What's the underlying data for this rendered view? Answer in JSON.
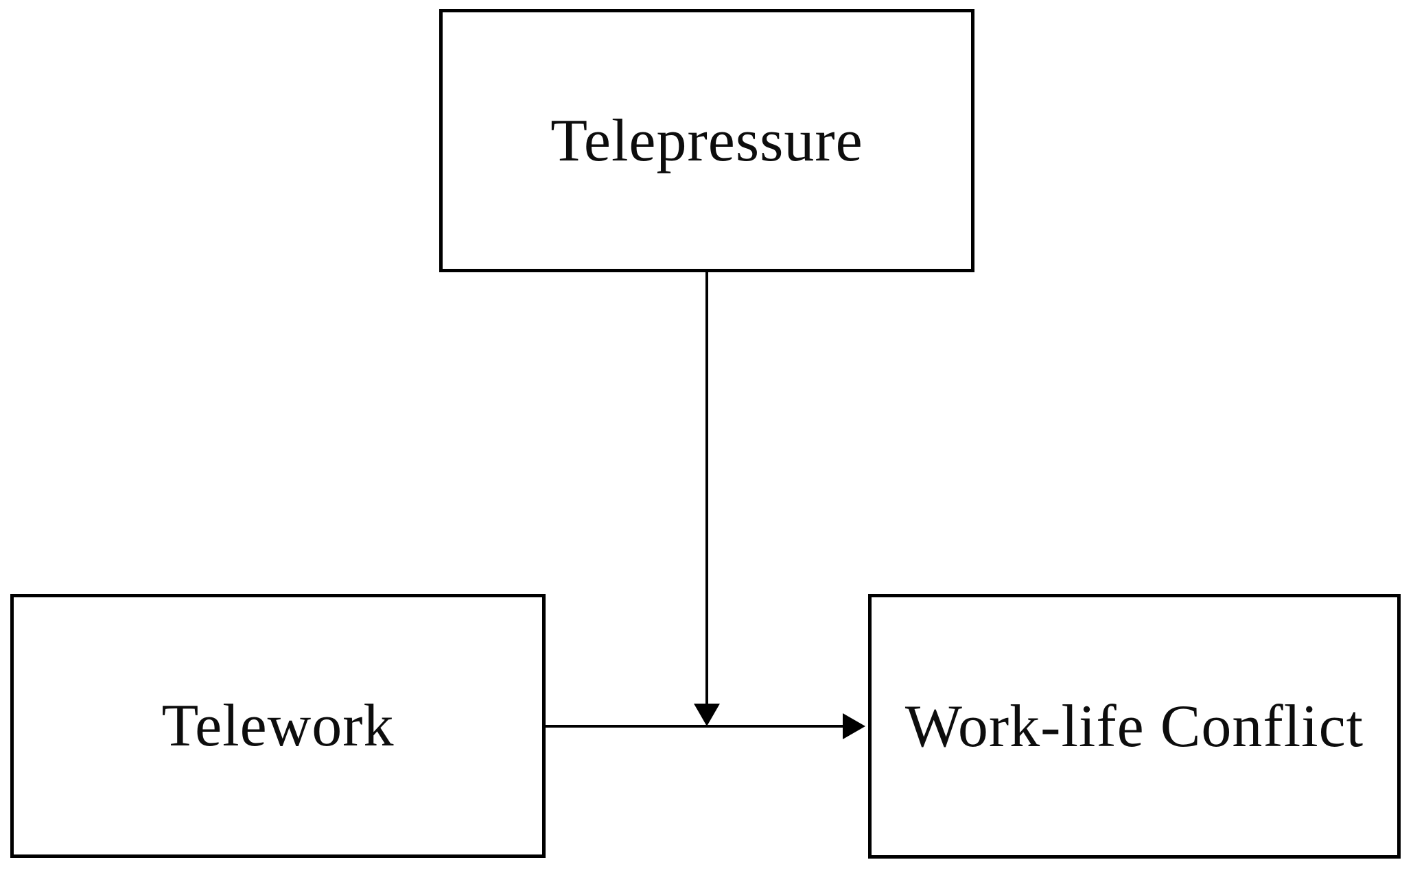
{
  "diagram": {
    "type": "moderation-model",
    "nodes": {
      "telepressure": {
        "label": "Telepressure",
        "role": "moderator"
      },
      "telework": {
        "label": "Telework",
        "role": "independent-variable"
      },
      "work_life_conflict": {
        "label": "Work-life Conflict",
        "role": "dependent-variable"
      }
    },
    "edges": [
      {
        "from": "telework",
        "to": "work_life_conflict",
        "kind": "direct-arrow"
      },
      {
        "from": "telepressure",
        "to": "telework->work_life_conflict",
        "kind": "moderation-arrow"
      }
    ],
    "colors": {
      "background": "#ffffff",
      "stroke": "#000000",
      "text": "#0d0d0d"
    }
  }
}
